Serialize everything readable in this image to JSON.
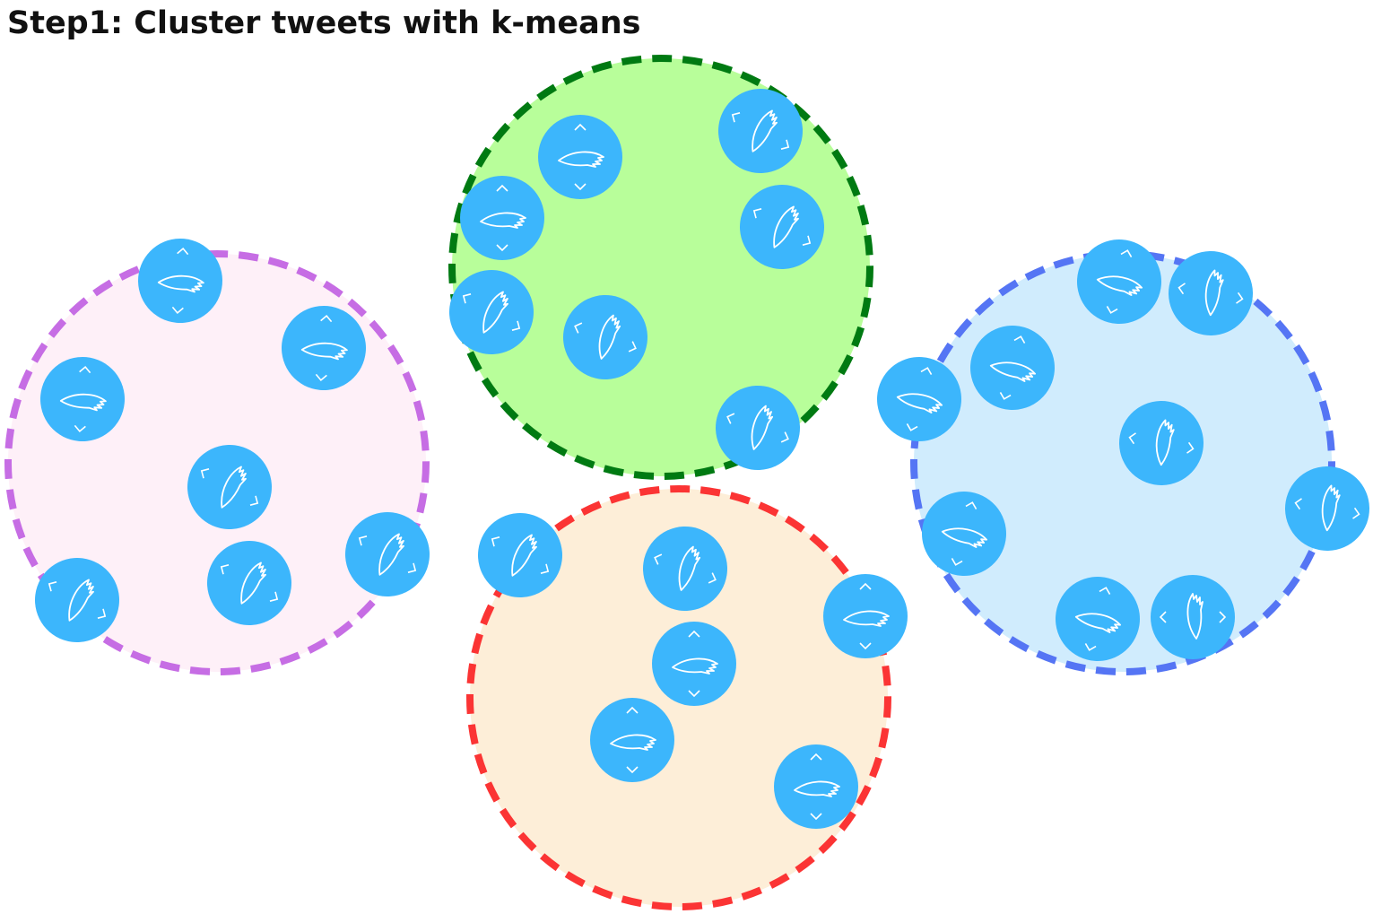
{
  "title": "Step1: Cluster tweets with k-means",
  "tweet_icon": "tweet-feather-icon",
  "tweet_color": "#3cb6fc",
  "clusters": [
    {
      "name": "purple",
      "fill": "#fef0f8",
      "stroke": "#c66de4",
      "tweets": 7
    },
    {
      "name": "green",
      "fill": "#b8fe9a",
      "stroke": "#007a12",
      "tweets": 7
    },
    {
      "name": "red",
      "fill": "#fdeed8",
      "stroke": "#fb3434",
      "tweets": 6
    },
    {
      "name": "blue",
      "fill": "#d0ecfd",
      "stroke": "#5575f4",
      "tweets": 9
    }
  ]
}
